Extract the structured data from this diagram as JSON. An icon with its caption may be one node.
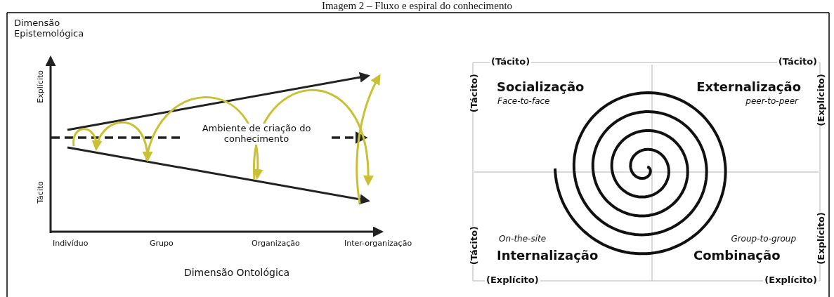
{
  "diagram": {
    "title": "Imagem 2 – Fluxo e espiral do conhecimento",
    "labels": [
      "Dimensão Epistemológica",
      "Explícito",
      "Ambiente de criação do conhecimento",
      "Tácito",
      "Indivíduo",
      "Grupo",
      "Organização",
      "Inter-organização",
      "Dimensão Ontológica",
      "(Tácito)",
      "(Tácito)",
      "(Tácito)",
      "Socialização",
      "Face-to-face",
      "Externalização",
      "peer-to-peer",
      "(Explícito)",
      "On-the-site",
      "Group-to-group",
      "(Tácito)",
      "Internalização",
      "Combinação",
      "(Explícito)",
      "(Explícito)",
      "(Explícito)"
    ]
  }
}
